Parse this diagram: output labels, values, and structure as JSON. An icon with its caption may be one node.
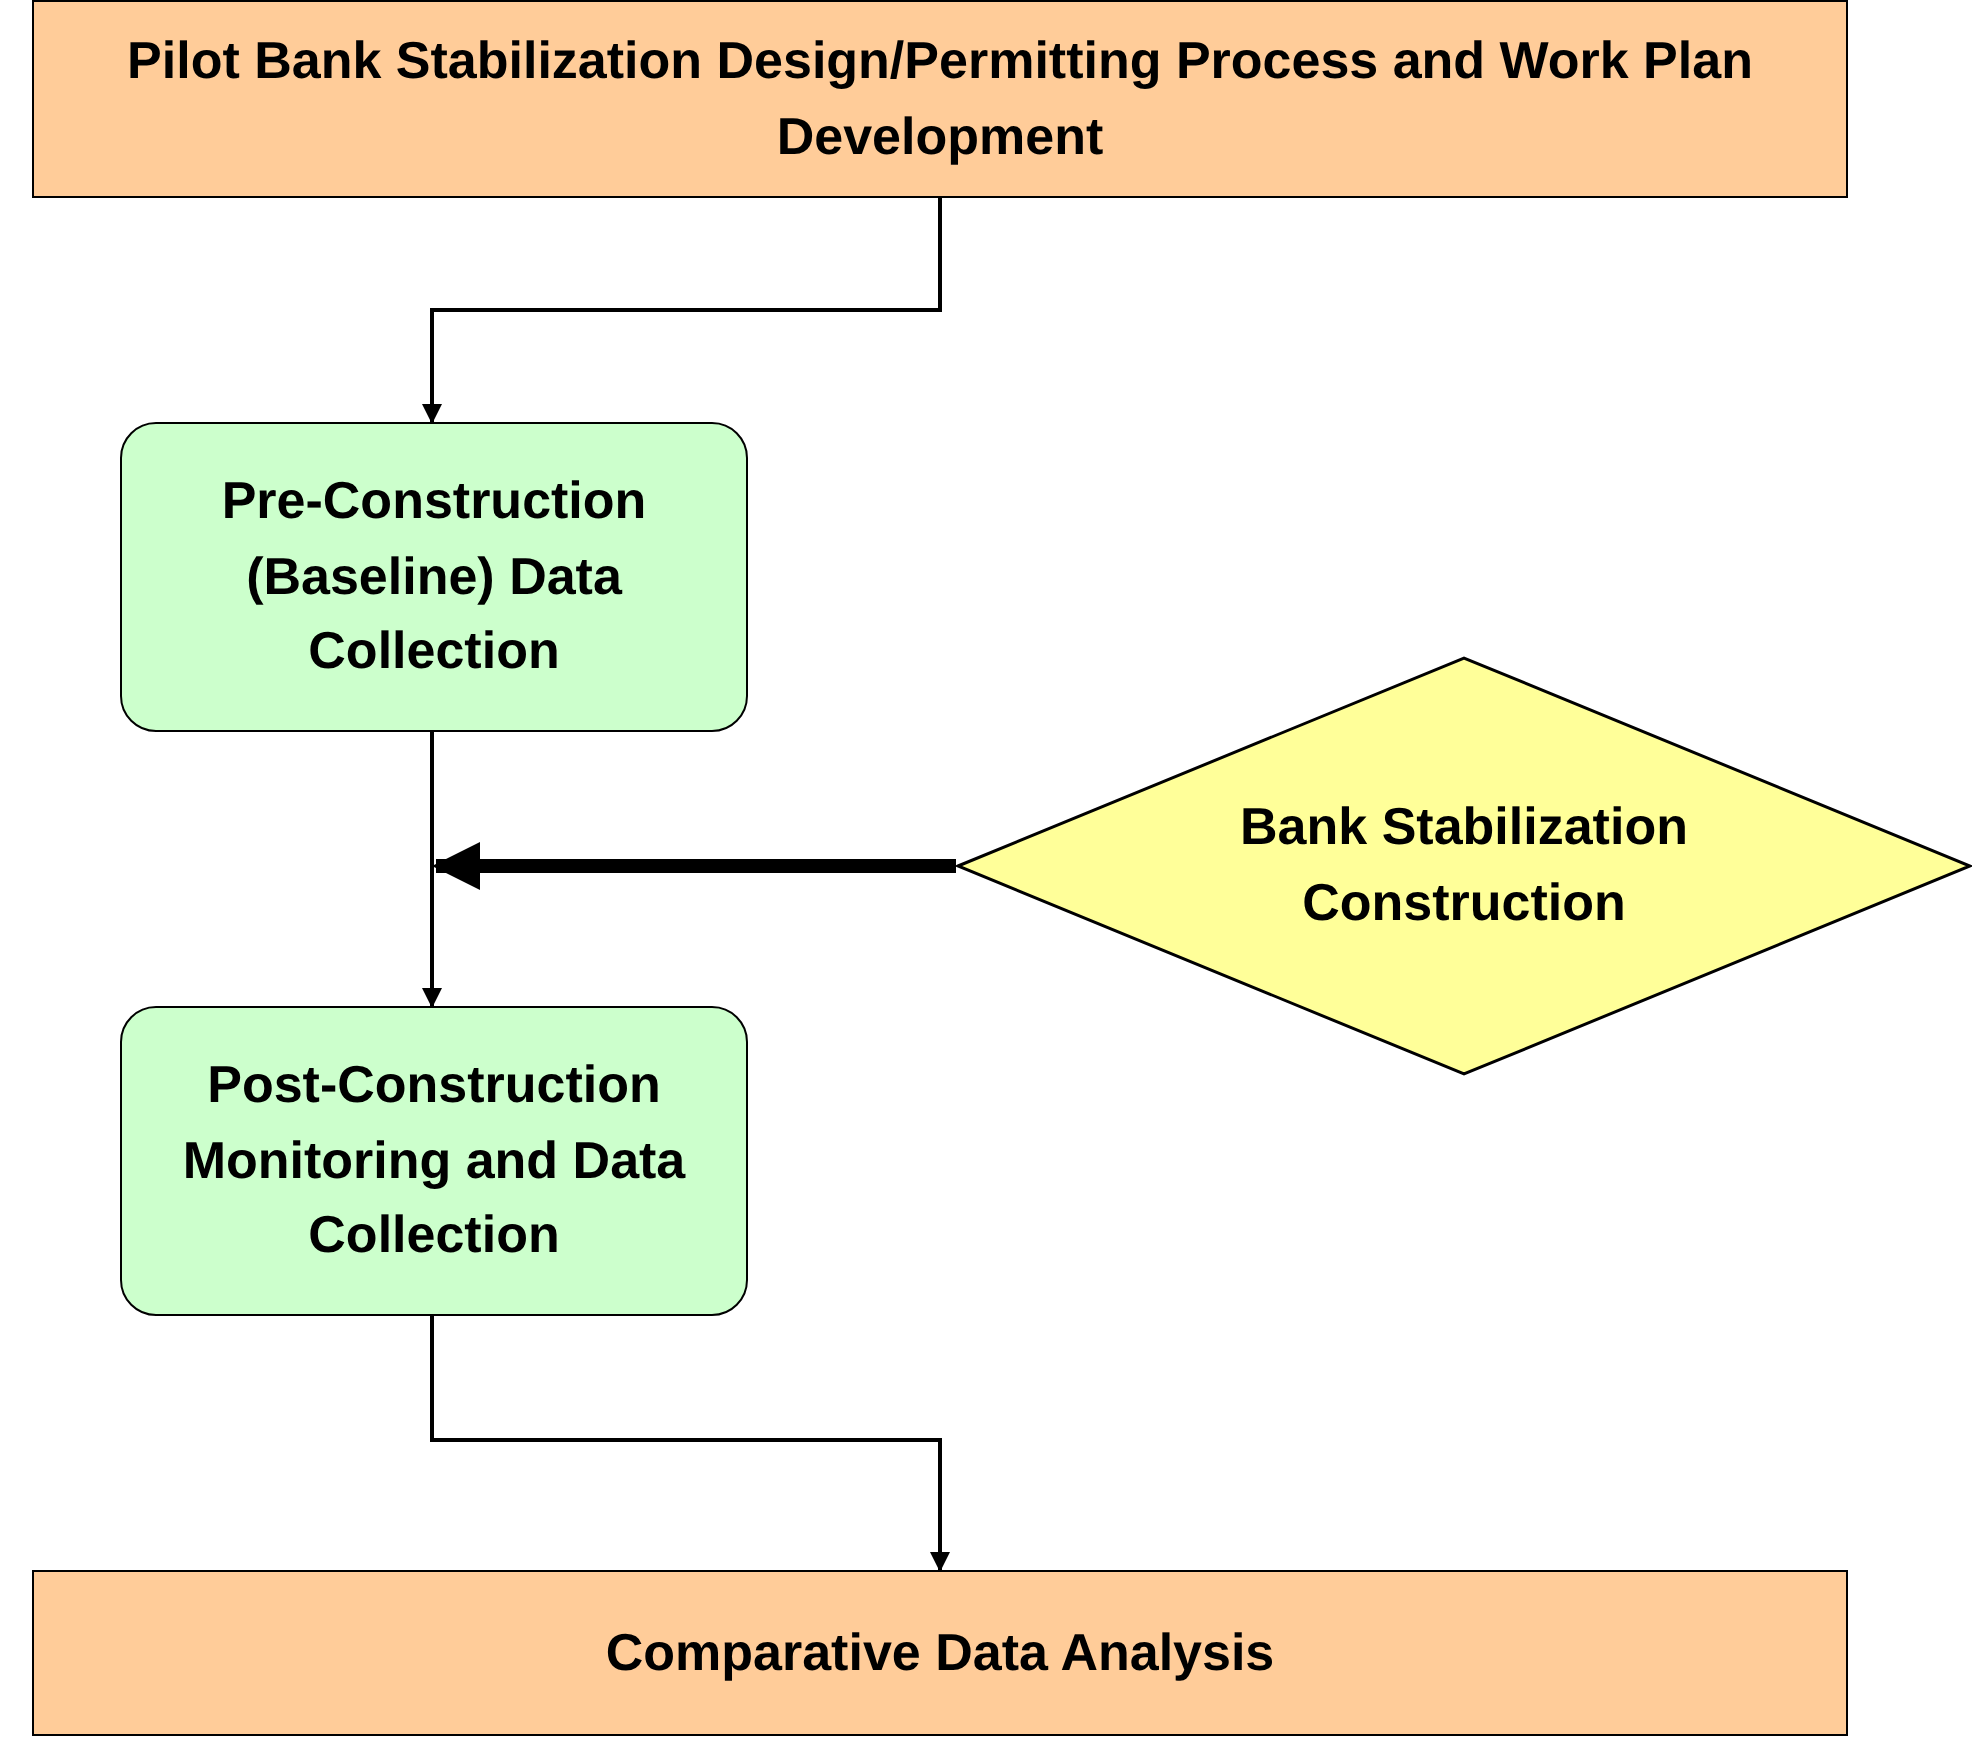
{
  "diagram": {
    "nodes": [
      {
        "text": [
          "Pilot Bank Stabilization Design/Permitting Process and Work Plan Development"
        ]
      },
      {
        "text": [
          "Pre-Construction (Baseline) Data Collection"
        ]
      },
      {
        "text": [
          "Bank Stabilization Construction"
        ]
      },
      {
        "text": [
          "Post-Construction Monitoring and Data Collection"
        ]
      },
      {
        "text": [
          "Comparative Data Analysis"
        ]
      }
    ],
    "edges": [
      {
        "from": 0,
        "to": 1,
        "arrow": "to"
      },
      {
        "from": 1,
        "to": 3,
        "arrow": "to"
      },
      {
        "from": 2,
        "to": null,
        "arrow": "to",
        "style": "thick"
      },
      {
        "from": 3,
        "to": 4,
        "arrow": "to"
      }
    ]
  }
}
